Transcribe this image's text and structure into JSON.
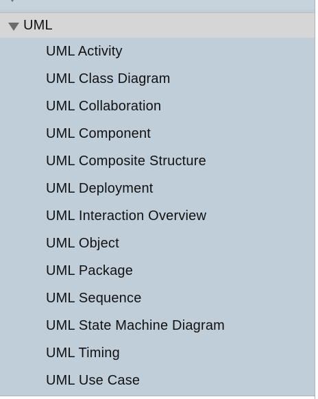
{
  "sidebar": {
    "group": {
      "label": "UML",
      "expanded": true
    },
    "items": [
      {
        "label": "UML Activity"
      },
      {
        "label": "UML Class Diagram"
      },
      {
        "label": "UML Collaboration"
      },
      {
        "label": "UML Component"
      },
      {
        "label": "UML Composite Structure"
      },
      {
        "label": "UML Deployment"
      },
      {
        "label": "UML Interaction Overview"
      },
      {
        "label": "UML Object"
      },
      {
        "label": "UML Package"
      },
      {
        "label": "UML Sequence"
      },
      {
        "label": "UML State Machine Diagram"
      },
      {
        "label": "UML Timing"
      },
      {
        "label": "UML Use Case"
      }
    ]
  },
  "colors": {
    "panel_background": "#c0ced9",
    "group_header_background": "#d6d6d6",
    "text": "#111111",
    "disclosure_triangle": "#6c6c6c"
  },
  "icons": {
    "group_toggle": "disclosure-triangle-down-icon"
  }
}
